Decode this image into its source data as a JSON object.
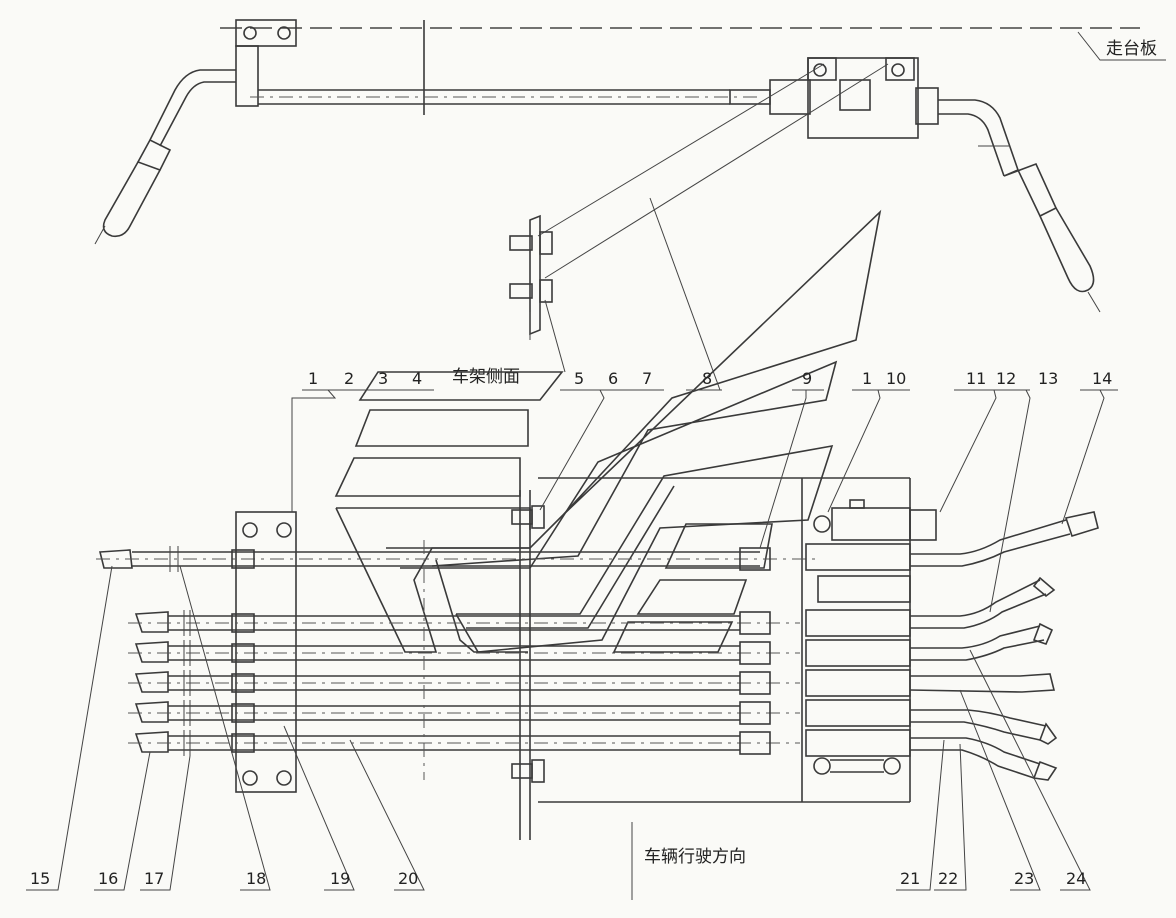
{
  "texts": {
    "walkway": "走台板",
    "frame_side": "车架侧面",
    "direction": "车辆行驶方向"
  },
  "callouts": {
    "top": [
      "1",
      "2",
      "3",
      "4",
      "5",
      "6",
      "7",
      "8",
      "9",
      "1",
      "10",
      "11",
      "12",
      "13",
      "14"
    ],
    "bottom": [
      "15",
      "16",
      "17",
      "18",
      "19",
      "20",
      "21",
      "22",
      "23",
      "24"
    ]
  }
}
